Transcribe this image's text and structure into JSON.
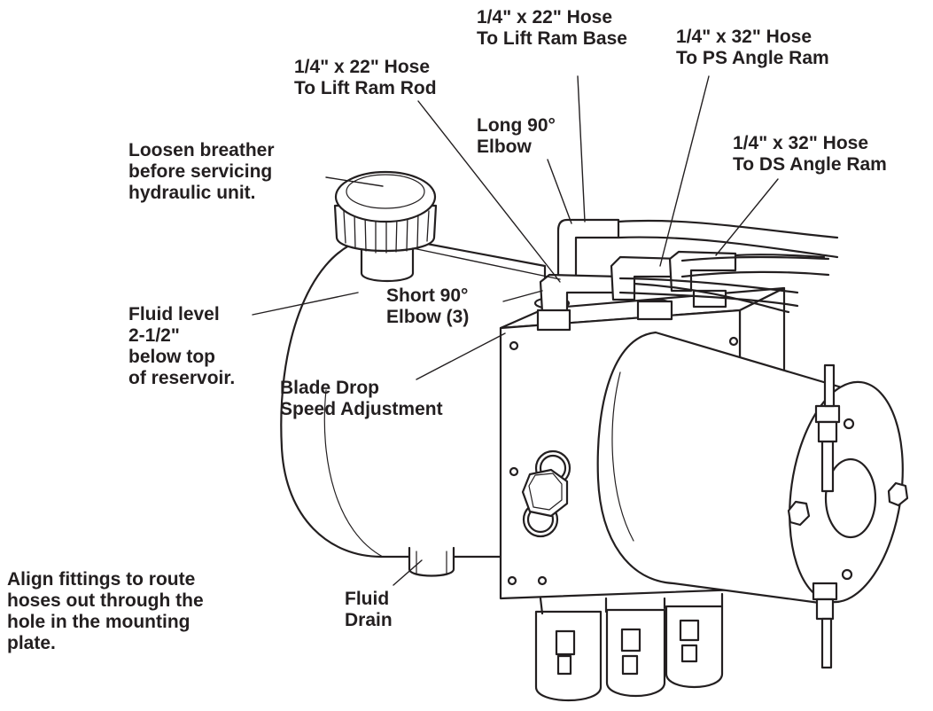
{
  "labels": {
    "hose_lift_base": [
      "1/4\" x 22\" Hose",
      "To Lift Ram Base"
    ],
    "hose_ps_angle": [
      "1/4\" x 32\" Hose",
      "To PS Angle Ram"
    ],
    "hose_lift_rod": [
      "1/4\" x 22\" Hose",
      "To Lift Ram Rod"
    ],
    "long_elbow": [
      "Long 90°",
      "Elbow"
    ],
    "hose_ds_angle": [
      "1/4\" x 32\" Hose",
      "To DS Angle Ram"
    ],
    "breather": [
      "Loosen breather",
      "before servicing",
      "hydraulic unit."
    ],
    "short_elbow": [
      "Short 90°",
      "Elbow (3)"
    ],
    "fluid_level": [
      "Fluid level",
      "2-1/2\"",
      "below top",
      "of reservoir."
    ],
    "blade_drop": [
      "Blade Drop",
      "Speed Adjustment"
    ],
    "align_fittings": [
      "Align fittings to route",
      "hoses out through the",
      "hole in the mounting",
      "plate."
    ],
    "fluid_drain": [
      "Fluid",
      "Drain"
    ]
  },
  "colors": {
    "ink": "#231f20",
    "paper": "#ffffff"
  }
}
